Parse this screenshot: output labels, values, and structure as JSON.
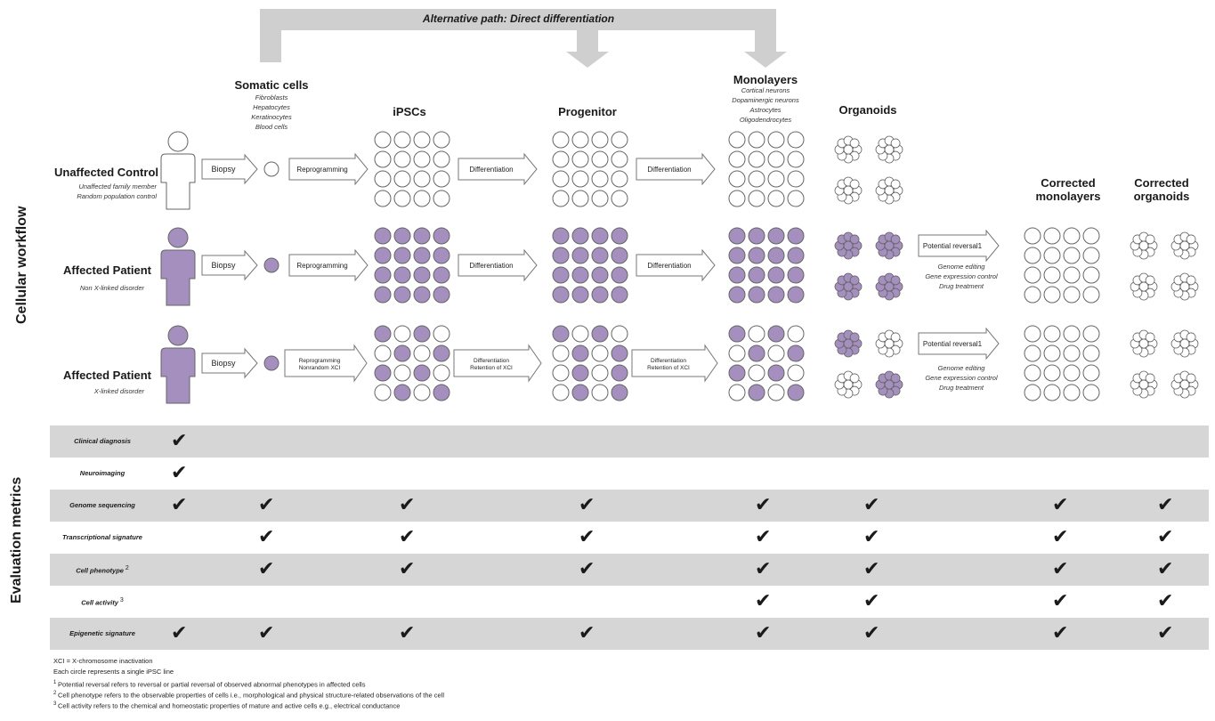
{
  "alt_path": "Alternative path: Direct differentiation",
  "side_labels": {
    "workflow": "Cellular workflow",
    "metrics": "Evaluation metrics"
  },
  "stages": {
    "somatic": {
      "title": "Somatic cells",
      "sub": [
        "Fibroblasts",
        "Hepatocytes",
        "Keratinocytes",
        "Blood cells"
      ]
    },
    "ipscs": {
      "title": "iPSCs"
    },
    "progenitor": {
      "title": "Progenitor"
    },
    "monolayers": {
      "title": "Monolayers",
      "sub": [
        "Cortical neurons",
        "Dopaminergic neurons",
        "Astrocytes",
        "Oligodendrocytes"
      ]
    },
    "organoids": {
      "title": "Organoids"
    },
    "corrected_monolayers": {
      "title": "Corrected",
      "title2": "monolayers"
    },
    "corrected_organoids": {
      "title": "Corrected",
      "title2": "organoids"
    }
  },
  "rows": [
    {
      "title": "Unaffected Control",
      "sub": [
        "Unaffected family member",
        "Random population control"
      ]
    },
    {
      "title": "Affected Patient",
      "sub": [
        "Non X-linked disorder"
      ]
    },
    {
      "title": "Affected Patient",
      "sub": [
        "X-linked disorder"
      ]
    }
  ],
  "arrows": {
    "biopsy": "Biopsy",
    "reprogramming": "Reprogramming",
    "differentiation": "Differentiation",
    "reprogramming_x": [
      "Reprogramming",
      "Nonrandom XCI"
    ],
    "differentiation_x": [
      "Differentiation",
      "Retention of XCI"
    ],
    "potential_reversal": "Potential reversal",
    "potential_reversal_sup": "1"
  },
  "remedies": [
    "Genome editing",
    "Gene expression control",
    "Drug treatment"
  ],
  "metrics": [
    {
      "label": "Clinical diagnosis",
      "sup": "",
      "checks": [
        1,
        0,
        0,
        0,
        0,
        0,
        0,
        0
      ]
    },
    {
      "label": "Neuroimaging",
      "sup": "",
      "checks": [
        1,
        0,
        0,
        0,
        0,
        0,
        0,
        0
      ]
    },
    {
      "label": "Genome sequencing",
      "sup": "",
      "checks": [
        1,
        1,
        1,
        1,
        1,
        1,
        1,
        1
      ]
    },
    {
      "label": "Transcriptional signature",
      "sup": "",
      "checks": [
        0,
        1,
        1,
        1,
        1,
        1,
        1,
        1
      ]
    },
    {
      "label": "Cell phenotype",
      "sup": "2",
      "checks": [
        0,
        1,
        1,
        1,
        1,
        1,
        1,
        1
      ]
    },
    {
      "label": "Cell activity",
      "sup": "3",
      "checks": [
        0,
        0,
        0,
        0,
        1,
        1,
        1,
        1
      ]
    },
    {
      "label": "Epigenetic signature",
      "sup": "",
      "checks": [
        1,
        1,
        1,
        1,
        1,
        1,
        1,
        1
      ]
    }
  ],
  "check_symbol": "✔",
  "footnotes": [
    {
      "sup": "",
      "text": "XCI = X-chromosome inactivation"
    },
    {
      "sup": "",
      "text": "Each circle represents a single iPSC line"
    },
    {
      "sup": "1",
      "text": "Potential reversal refers to reversal or partial reversal of observed abnormal phenotypes in affected cells"
    },
    {
      "sup": "2",
      "text": "Cell phenotype refers to the observable properties of cells i.e., morphological and physical structure-related observations of the cell"
    },
    {
      "sup": "3",
      "text": "Cell activity refers to the chemical and homeostatic properties of mature and active cells e.g., electrical conductance"
    }
  ],
  "colors": {
    "affected": "#a48fbe",
    "unaffected": "#ffffff",
    "stroke": "#666666",
    "band": "#d6d6d6",
    "arrow": "#cfcfcf"
  }
}
